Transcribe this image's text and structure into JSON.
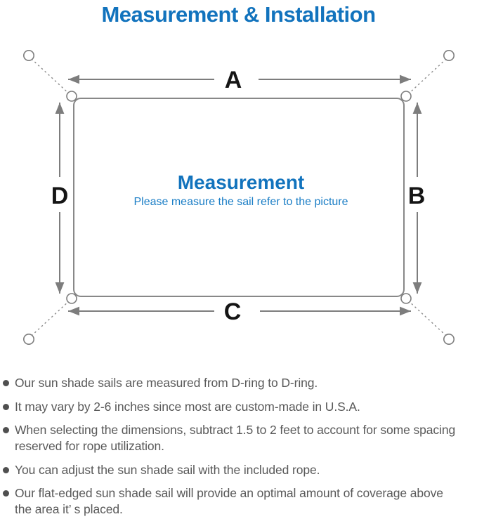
{
  "title": "Measurement & Installation",
  "diagram": {
    "side_labels": {
      "top": "A",
      "right": "B",
      "bottom": "C",
      "left": "D"
    },
    "center_title": "Measurement",
    "center_subtitle": "Please measure the sail refer to the picture"
  },
  "notes": [
    "Our sun shade sails are measured from D-ring to D-ring.",
    "It may vary by 2-6 inches since most are custom-made in U.S.A.",
    "When selecting the dimensions, subtract 1.5 to 2 feet to account for some spacing\nreserved for rope utilization.",
    "You can adjust the sun shade sail with the included rope.",
    "Our flat-edged sun shade sail will provide an optimal amount of coverage above\nthe area it’ s placed."
  ],
  "colors": {
    "accent_blue": "#1273bd",
    "diagram_gray": "#7d7d7d",
    "note_text_gray": "#595959"
  }
}
